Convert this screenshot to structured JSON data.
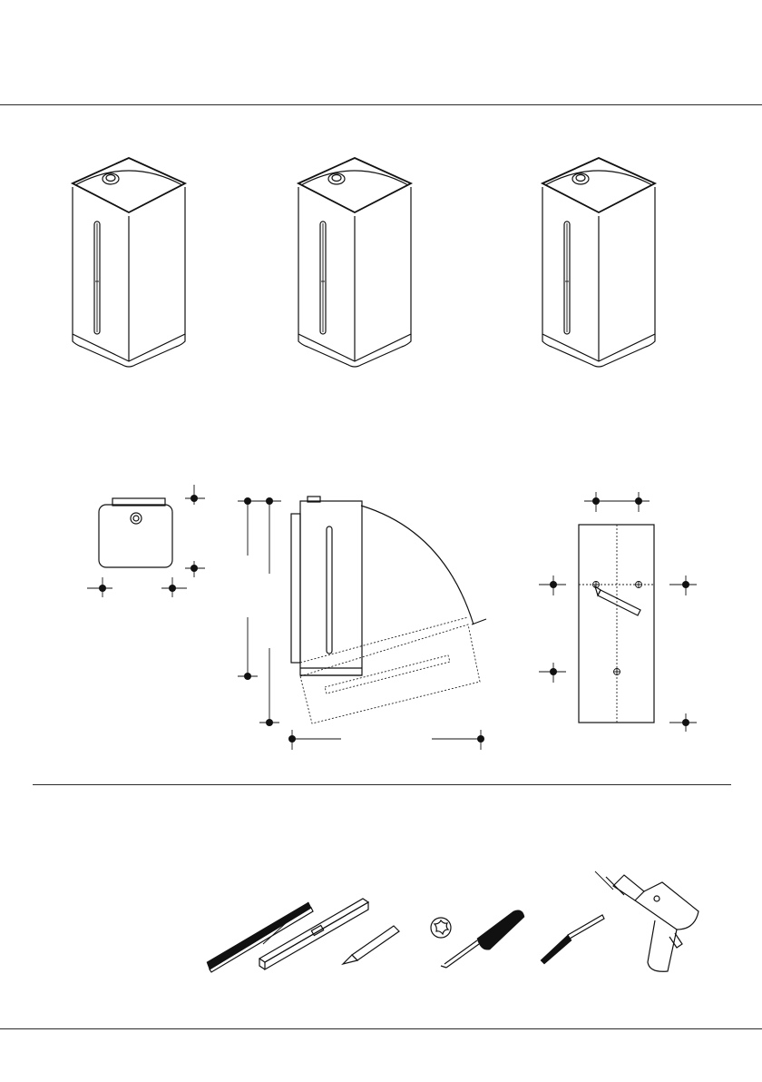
{
  "document": {
    "sections": [
      "product-views",
      "mounting-dimensions",
      "required-tools"
    ],
    "product_views": 3,
    "tools": [
      "folding-ruler",
      "spirit-level",
      "pencil",
      "torx-screwdriver",
      "drill-bit",
      "power-drill"
    ],
    "icons": [
      "torx-icon"
    ]
  }
}
